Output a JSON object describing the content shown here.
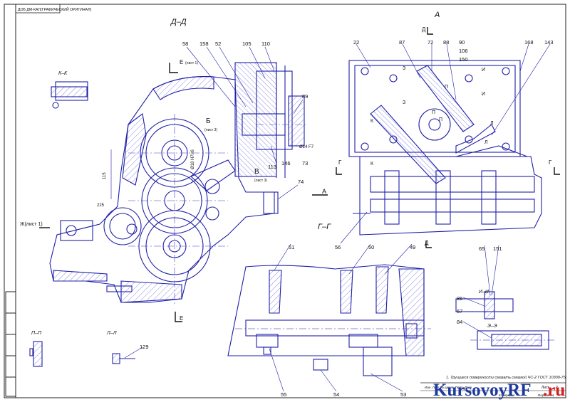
{
  "stamp": "ДОБ ДМ-КАЛ(ГРАФИЧЕСКИЙ ОРИГИНАЛ)",
  "views": {
    "dd": "Д–Д",
    "a_top": "А",
    "gg": "Г–Г",
    "kk": "К–К",
    "pp": "П–П",
    "ll": "Л–Л",
    "ii": "И–И",
    "ee": "Э–Э"
  },
  "marks": {
    "b": "Б",
    "b_note": "(лист 3)",
    "v": "В",
    "v_note": "(лист 3)",
    "e_top": "Е",
    "e_top_note": "(лист 1)",
    "e_bottom": "Е",
    "zh": "Ж(лист 1)",
    "a_arrow": "А",
    "d_top": "Д",
    "d_bottom": "Д",
    "g_left": "Г",
    "g_right": "Г",
    "z1": "З",
    "z2": "З",
    "p1": "П",
    "p2": "П",
    "p3": "П",
    "i1": "И",
    "i2": "И",
    "k1": "К",
    "k2": "К",
    "l1": "Л",
    "l2": "Л"
  },
  "callouts": {
    "c58": "58",
    "c158": "158",
    "c52": "52",
    "c105": "105",
    "c110": "110",
    "c89": "89",
    "c113": "113",
    "c146": "146",
    "c73": "73",
    "c74": "74",
    "c22": "22",
    "c87": "87",
    "c72": "72",
    "c88": "88",
    "c90": "90",
    "c106": "106",
    "c150": "150",
    "c168": "168",
    "c143": "143",
    "c56": "56",
    "c51": "51",
    "c50": "50",
    "c49": "49",
    "c55": "55",
    "c54": "54",
    "c53": "53",
    "c65": "65",
    "c151": "151",
    "c86": "86",
    "c67": "67",
    "c84": "84",
    "c129": "129"
  },
  "dims": {
    "d115": "115",
    "d225": "225",
    "d18": "Ø18 H7/r6",
    "d14": "Ø14 F7"
  },
  "note": "1. Трущиеся поверхности смазать смазкой ЧС-2 ГОСТ 10309-75",
  "title_block": {
    "left_col": "Изм.  Лист  № докум.  Подп.  Дата",
    "sheet_label": "Лист",
    "sheet_no": "2",
    "copy": "Копировал",
    "format": "Формат  А1"
  },
  "watermark": {
    "part1": "KursovoyRF",
    "part2": ".ru"
  },
  "colors": {
    "line": "#1f1fa8",
    "thin": "#3a3ad0",
    "hatch": "#5a5ad8",
    "frame": "#222222",
    "wm_blue": "#1e3aa0",
    "wm_red": "#d42020"
  }
}
